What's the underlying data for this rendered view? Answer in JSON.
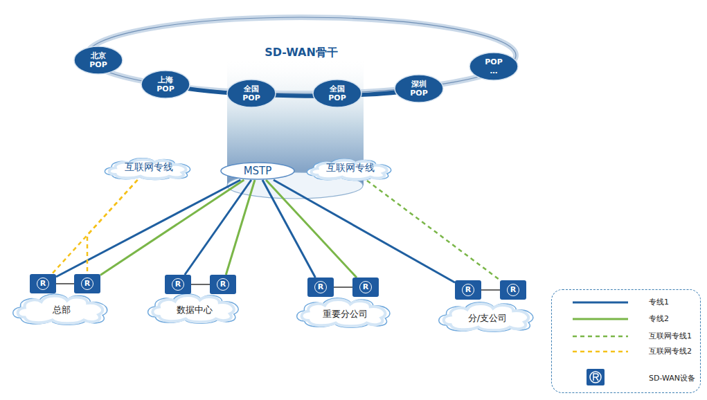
{
  "diagram": {
    "nodes": [
      {
        "text": [
          "SD-WAN骨干"
        ]
      },
      {
        "text": [
          "北京 POP"
        ]
      },
      {
        "text": [
          "上海 POP"
        ]
      },
      {
        "text": [
          "全国 POP"
        ]
      },
      {
        "text": [
          "全国 POP"
        ]
      },
      {
        "text": [
          "深圳 POP"
        ]
      },
      {
        "text": [
          "POP …"
        ]
      },
      {
        "text": [
          "互联网专线"
        ]
      },
      {
        "text": [
          "MSTP"
        ]
      },
      {
        "text": [
          "互联网专线"
        ]
      },
      {
        "text": [
          "总部"
        ]
      },
      {
        "text": [
          "R"
        ],
        "in": 10
      },
      {
        "text": [
          "R"
        ],
        "in": 10
      },
      {
        "text": [
          "数据中心"
        ]
      },
      {
        "text": [
          "R"
        ],
        "in": 13
      },
      {
        "text": [
          "R"
        ],
        "in": 13
      },
      {
        "text": [
          "重要分公司"
        ]
      },
      {
        "text": [
          "R"
        ],
        "in": 16
      },
      {
        "text": [
          "R"
        ],
        "in": 16
      },
      {
        "text": [
          "分/支公司"
        ]
      },
      {
        "text": [
          "R"
        ],
        "in": 19
      },
      {
        "text": [
          "R"
        ],
        "in": 19
      }
    ],
    "edges": [
      {
        "from": 8,
        "to": 11,
        "arrow": "none"
      },
      {
        "from": 8,
        "to": 12,
        "arrow": "none"
      },
      {
        "from": 8,
        "to": 14,
        "arrow": "none"
      },
      {
        "from": 8,
        "to": 15,
        "arrow": "none"
      },
      {
        "from": 8,
        "to": 17,
        "arrow": "none"
      },
      {
        "from": 8,
        "to": 18,
        "arrow": "none"
      },
      {
        "from": 8,
        "to": 20,
        "arrow": "none"
      },
      {
        "from": 7,
        "to": 11,
        "arrow": "none"
      },
      {
        "from": 7,
        "to": 12,
        "arrow": "none"
      },
      {
        "from": 9,
        "to": 21,
        "arrow": "none"
      },
      {
        "from": 11,
        "to": 12,
        "arrow": "none"
      },
      {
        "from": 14,
        "to": 15,
        "arrow": "none"
      },
      {
        "from": 17,
        "to": 18,
        "arrow": "none"
      },
      {
        "from": 20,
        "to": 21,
        "arrow": "none"
      }
    ],
    "legend": [
      {
        "text": "专线1"
      },
      {
        "text": "专线2"
      },
      {
        "text": "互联网专线1"
      },
      {
        "text": "互联网专线2"
      },
      {
        "text": "SD-WAN设备"
      }
    ]
  }
}
